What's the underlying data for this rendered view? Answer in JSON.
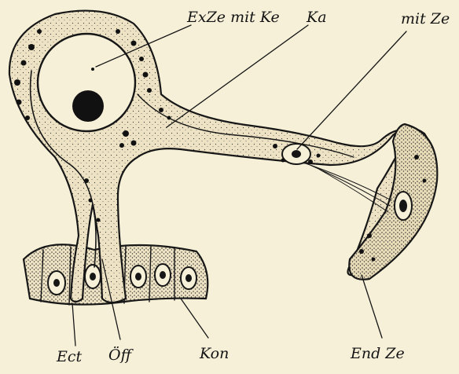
{
  "labels": {
    "exze_mit_ke": "ExZe mit Ke",
    "ka": "Ka",
    "mit_ze": "mit Ze",
    "ect": "Ect",
    "off": "Öff",
    "kon": "Kon",
    "end_ze": "End Ze"
  },
  "colors": {
    "paper": "#f6f0d8",
    "cytoplasm": "#ede3c4",
    "ink": "#161616"
  }
}
